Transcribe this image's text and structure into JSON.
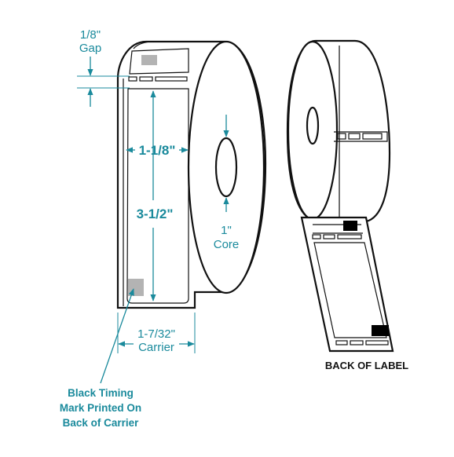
{
  "labels": {
    "gap_fraction": "1/8\"",
    "gap_word": "Gap",
    "label_width": "1-1/8\"",
    "label_height": "3-1/2\"",
    "core_size": "1\"",
    "core_word": "Core",
    "carrier_width": "1-7/32\"",
    "carrier_word": "Carrier",
    "timing_note": [
      "Black Timing",
      "Mark Printed On",
      "Back of Carrier"
    ],
    "back_caption": "BACK OF LABEL"
  },
  "colors": {
    "dimension": "#1a8a9c",
    "outline": "#111111",
    "timing_mark_front": "#b3b3b3",
    "timing_mark_back": "#000000"
  },
  "icons": {
    "arrowhead": "arrow-icon"
  }
}
